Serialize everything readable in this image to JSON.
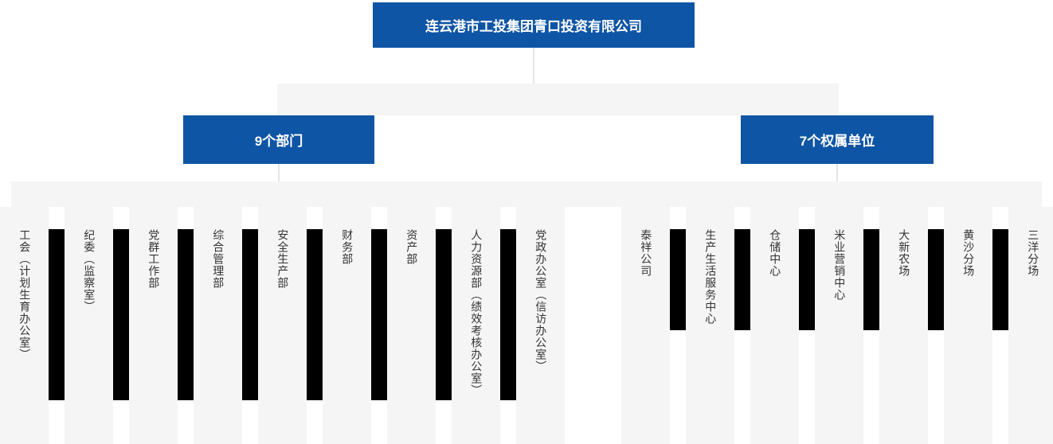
{
  "root": {
    "title": "连云港市工投集团青口投资有限公司"
  },
  "groups": {
    "departments": {
      "label": "9个部门",
      "items": [
        "工会（计划生育办公室）",
        "纪委（监察室）",
        "党群工作部",
        "综合管理部",
        "安全生产部",
        "财务部",
        "资产部",
        "人力资源部（绩效考核办公室）",
        "党政办公室（信访办公室）"
      ]
    },
    "subsidiaries": {
      "label": "7个权属单位",
      "items": [
        "泰祥公司",
        "生产生活服务中心",
        "仓储中心",
        "米业营销中心",
        "大新农场",
        "黄沙分场",
        "三洋分场"
      ]
    }
  },
  "colors": {
    "primary_blue": "#0f55a5",
    "band_gray": "#f5f5f5",
    "bar_black": "#000000",
    "text_color": "#333333",
    "connector_gray": "#e5e5e5"
  }
}
